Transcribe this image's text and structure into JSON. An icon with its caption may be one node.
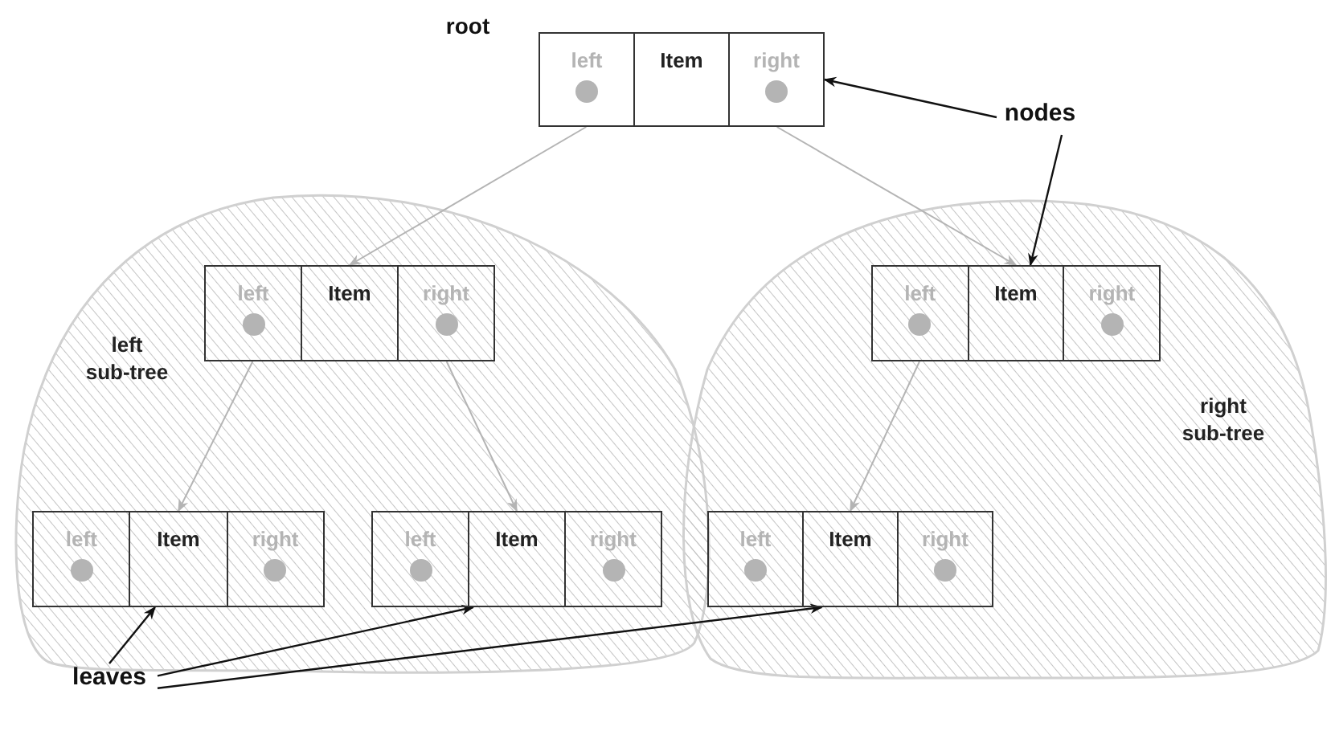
{
  "diagram": {
    "nodes": [
      {
        "text": [
          "left",
          "Item",
          "right"
        ],
        "beside": [
          "root"
        ]
      },
      {
        "text": [
          "left sub-tree"
        ]
      },
      {
        "text": [
          "left",
          "Item",
          "right"
        ],
        "in": 1
      },
      {
        "text": [
          "left",
          "Item",
          "right"
        ],
        "in": 1
      },
      {
        "text": [
          "left",
          "Item",
          "right"
        ],
        "in": 1
      },
      {
        "text": [
          "right sub-tree"
        ]
      },
      {
        "text": [
          "left",
          "Item",
          "right"
        ],
        "in": 5
      },
      {
        "text": [
          "left",
          "Item",
          "right"
        ],
        "in": 5
      },
      {
        "text": [
          "nodes"
        ]
      },
      {
        "text": [
          "leaves"
        ]
      }
    ],
    "edges": [
      {
        "from": 0,
        "to": 2,
        "arrow": "to",
        "color": "#b4b4b4"
      },
      {
        "from": 0,
        "to": 6,
        "arrow": "to",
        "color": "#b4b4b4"
      },
      {
        "from": 2,
        "to": 3,
        "arrow": "to",
        "color": "#b4b4b4"
      },
      {
        "from": 2,
        "to": 4,
        "arrow": "to",
        "color": "#b4b4b4"
      },
      {
        "from": 6,
        "to": 7,
        "arrow": "to",
        "color": "#b4b4b4"
      },
      {
        "from": 8,
        "to": 0,
        "arrow": "to",
        "color": "#111111"
      },
      {
        "from": 8,
        "to": 6,
        "arrow": "to",
        "color": "#111111"
      },
      {
        "from": 9,
        "to": 3,
        "arrow": "to",
        "color": "#111111"
      },
      {
        "from": 9,
        "to": 4,
        "arrow": "to",
        "color": "#111111"
      },
      {
        "from": 9,
        "to": 7,
        "arrow": "to",
        "color": "#111111"
      }
    ]
  }
}
